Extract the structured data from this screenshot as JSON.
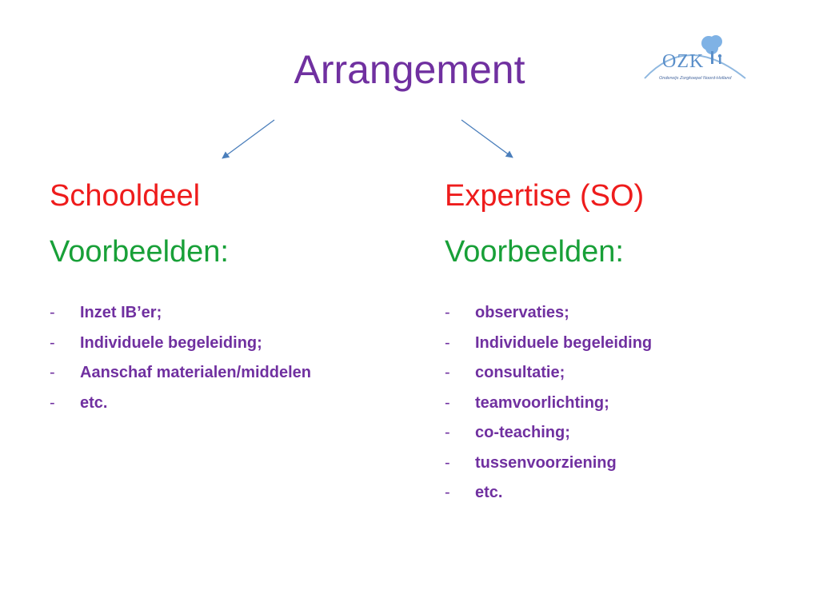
{
  "title": "Arrangement",
  "logo": {
    "text": "OZK",
    "subtitle": "Onderwijs Zorgkoepel Noord-Holland",
    "accent_color": "#5b8fc9",
    "icon": "tree-family-icon"
  },
  "colors": {
    "title": "#7030a0",
    "heading_primary": "#ee1c1c",
    "heading_secondary": "#18a038",
    "list": "#7030a0",
    "arrow": "#4a7ebb"
  },
  "left": {
    "heading": "Schooldeel",
    "subheading": "Voorbeelden:",
    "items": [
      "Inzet IB’er;",
      "Individuele begeleiding;",
      "Aanschaf materialen/middelen",
      "etc."
    ]
  },
  "right": {
    "heading": "Expertise (SO)",
    "subheading": "Voorbeelden:",
    "items": [
      "observaties;",
      "Individuele begeleiding",
      "consultatie;",
      "teamvoorlichting;",
      "co-teaching;",
      "tussenvoorziening",
      "etc."
    ]
  },
  "bullet": "-"
}
